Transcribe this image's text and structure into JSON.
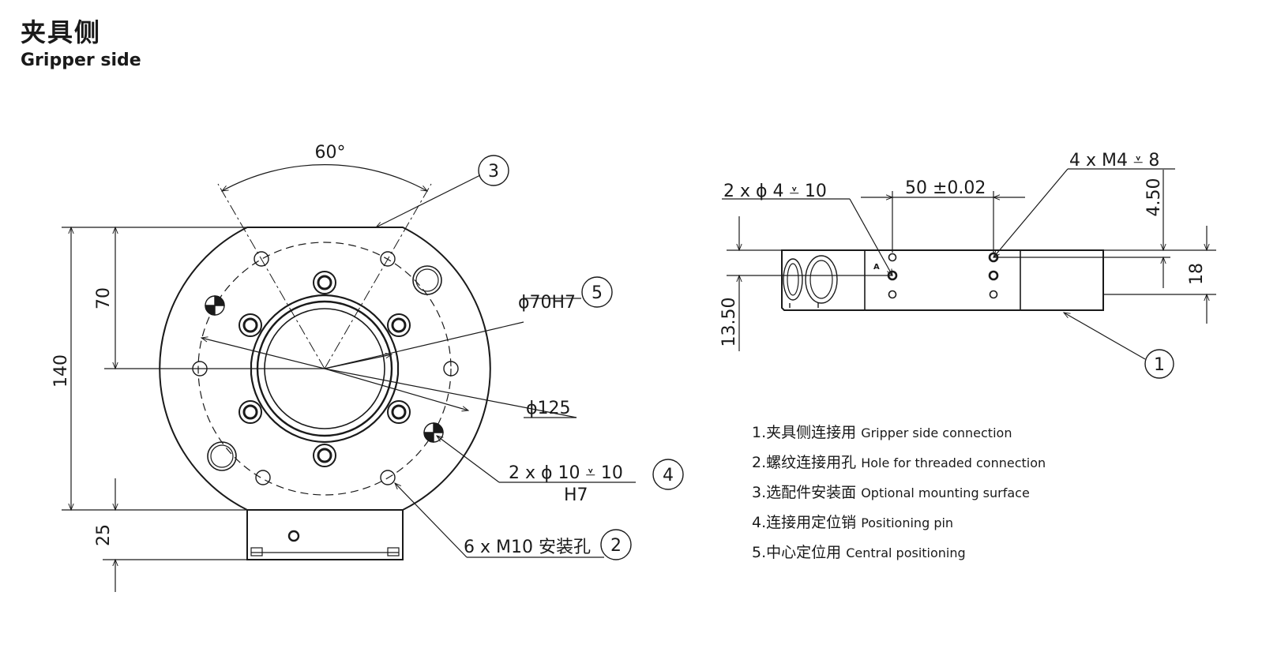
{
  "header": {
    "title_cn": "夹具侧",
    "title_en": "Gripper side"
  },
  "front_view": {
    "angle": "60°",
    "dim_140": "140",
    "dim_70": "70",
    "dim_25": "25",
    "bore": "ϕ70H7",
    "pcd": "ϕ125",
    "pin_spec": "2 x ϕ 10 ⩡ 10",
    "pin_tol": "H7",
    "thread_spec": "6 x  M10 安装孔"
  },
  "side_view": {
    "hole_spec": "2 x ϕ 4 ⩡ 10",
    "spacing": "50 ±0.02",
    "thread_spec": "4 x  M4 ⩡ 8",
    "dim_450": "4.50",
    "dim_1350": "13.50",
    "dim_18": "18",
    "mark_a": "A"
  },
  "callouts": {
    "c1": "1",
    "c2": "2",
    "c3": "3",
    "c4": "4",
    "c5": "5"
  },
  "legend": [
    {
      "cn": "1.夹具侧连接用",
      "en": "Gripper side connection"
    },
    {
      "cn": "2.螺纹连接用孔",
      "en": "Hole for threaded connection"
    },
    {
      "cn": "3.选配件安装面",
      "en": "Optional mounting surface"
    },
    {
      "cn": "4.连接用定位销",
      "en": "Positioning pin"
    },
    {
      "cn": "5.中心定位用",
      "en": " Central positioning"
    }
  ]
}
